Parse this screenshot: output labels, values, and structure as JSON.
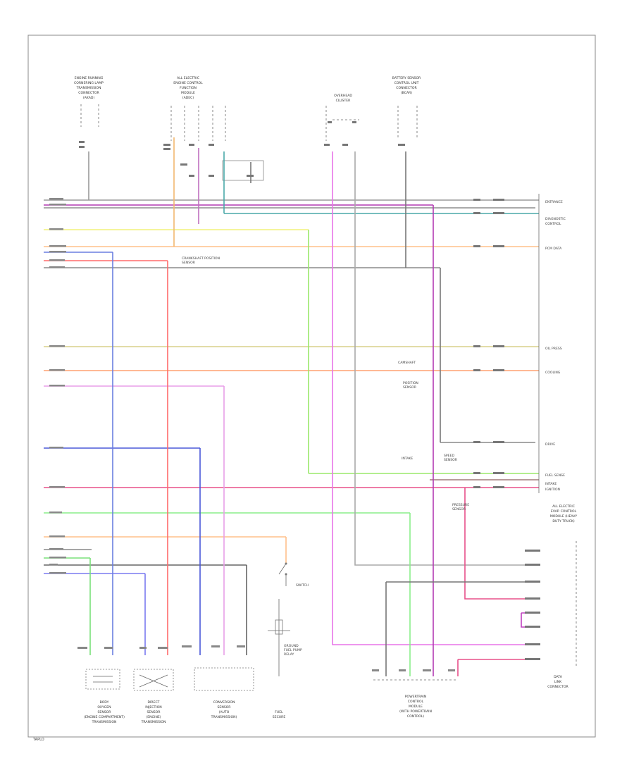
{
  "diagram": {
    "footer_code": "TAPLO",
    "top_components": [
      {
        "lines": [
          "ENGINE RUNNING",
          "CORNERING LAMP",
          "TRANSMISSION",
          "CONNECTOR",
          "(AKAD)"
        ]
      },
      {
        "lines": [
          "ALL ELECTRIC",
          "ENGINE CONTROL",
          "FUNCTION",
          "MODULE",
          "(ADEC)"
        ]
      },
      {
        "lines": [
          "OVERHEAD",
          "CLUSTER"
        ]
      },
      {
        "lines": [
          "BATTERY SENSOR",
          "CONTROL UNIT",
          "CONNECTOR",
          "(BCAR)"
        ]
      }
    ],
    "bottom_components": [
      {
        "lines": [
          "BODY",
          "OXYGEN",
          "SENSOR",
          "(ENGINE COMPARTMENT)",
          "TRANSMISSION"
        ]
      },
      {
        "lines": [
          "DIRECT",
          "INJECTION",
          "SENSOR",
          "(ENGINE)",
          "TRANSMISSION"
        ]
      },
      {
        "lines": [
          "CONVERSION",
          "SENSOR",
          "(AUTO",
          "TRANSMISSION)"
        ]
      },
      {
        "lines": [
          "FUEL",
          "SECURE"
        ]
      },
      {
        "lines": [
          "POWERTRAIN",
          "CONTROL",
          "MODULE",
          "(WITH POWERTRAIN",
          "CONTROL)"
        ]
      },
      {
        "lines": [
          "DATA",
          "LINK",
          "CONNECTOR"
        ]
      }
    ],
    "right_labels": [
      "ENTRANCE",
      "DIAGNOSTIC",
      "CONTROL",
      "PCM DATA",
      "OIL PRESS",
      "COOLING",
      "DRIVE",
      "FUEL SENSE",
      "INTAKE",
      "IGNITION"
    ],
    "right_module": [
      "ALL ELECTRIC",
      "EVAP. CONTROL",
      "MODULE (HEAVY",
      "DUTY TRUCK)"
    ],
    "notes": [
      "CRANKSHAFT POSITION",
      "SENSOR",
      "CAMSHAFT",
      "POSITION",
      "SENSOR",
      "SPEED",
      "SENSOR",
      "INTAKE",
      "PRESSURE",
      "SENSOR",
      "SWITCH",
      "GROUND",
      "FUEL PUMP",
      "RELAY"
    ]
  }
}
